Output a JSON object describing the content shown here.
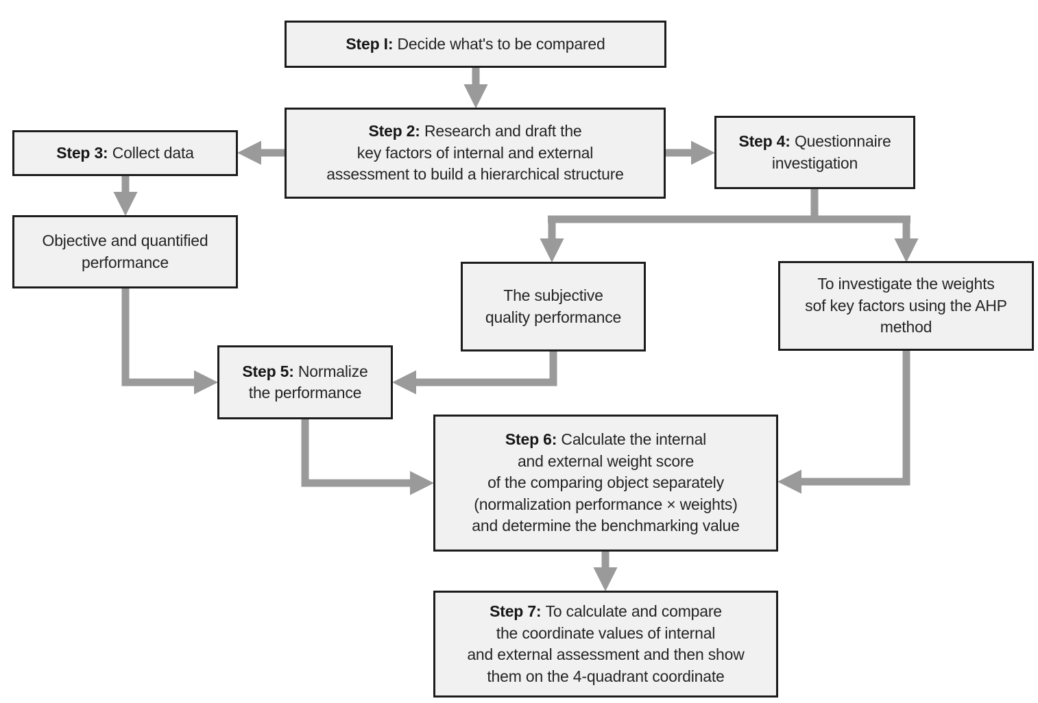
{
  "colors": {
    "box_fill": "#f1f1f1",
    "box_border": "#1c1c1c",
    "arrow": "#9a9a9a",
    "text": "#242424"
  },
  "nodes": {
    "step1": {
      "prefix": "Step I:",
      "text": "Decide what's to be compared"
    },
    "step2": {
      "prefix": "Step 2:",
      "text": "Research and draft the\nkey factors of internal and external\nassessment to build a hierarchical structure"
    },
    "step3": {
      "prefix": "Step 3:",
      "text": "Collect data"
    },
    "step4": {
      "prefix": "Step 4:",
      "text": "Questionnaire\ninvestigation"
    },
    "objective": {
      "prefix": "",
      "text": "Objective and quantified\nperformance"
    },
    "subjective": {
      "prefix": "",
      "text": "The subjective\nquality performance"
    },
    "ahp": {
      "prefix": "",
      "text": "To investigate the weights\nsof key factors using the AHP\nmethod"
    },
    "step5": {
      "prefix": "Step 5:",
      "text": "Normalize\nthe performance"
    },
    "step6": {
      "prefix": "Step 6:",
      "text": "Calculate the internal\nand external weight score\nof the comparing object separately\n(normalization performance × weights)\nand determine the benchmarking value"
    },
    "step7": {
      "prefix": "Step 7:",
      "text": "To calculate and compare\nthe coordinate values of internal\nand external assessment and then show\nthem on the 4-quadrant coordinate"
    }
  },
  "edges": [
    {
      "from": "step1",
      "to": "step2"
    },
    {
      "from": "step2",
      "to": "step3"
    },
    {
      "from": "step2",
      "to": "step4"
    },
    {
      "from": "step3",
      "to": "objective"
    },
    {
      "from": "step4",
      "to": "subjective"
    },
    {
      "from": "step4",
      "to": "ahp"
    },
    {
      "from": "objective",
      "to": "step5"
    },
    {
      "from": "subjective",
      "to": "step5"
    },
    {
      "from": "step5",
      "to": "step6"
    },
    {
      "from": "ahp",
      "to": "step6"
    },
    {
      "from": "step6",
      "to": "step7"
    }
  ]
}
